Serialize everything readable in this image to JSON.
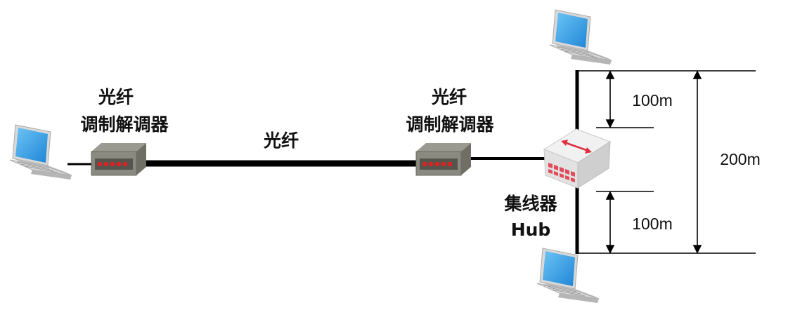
{
  "labels": {
    "modem_left_line1": "光纤",
    "modem_left_line2": "调制解调器",
    "fiber": "光纤",
    "modem_right_line1": "光纤",
    "modem_right_line2": "调制解调器",
    "hub_cn": "集线器",
    "hub_en": "Hub",
    "dist_top": "100m",
    "dist_bottom": "100m",
    "dist_total": "200m"
  },
  "colors": {
    "cable": "#000000",
    "modem_led": "#e02020",
    "hub_arrow": "#e03040",
    "laptop_screen": "#3aa0e8"
  }
}
